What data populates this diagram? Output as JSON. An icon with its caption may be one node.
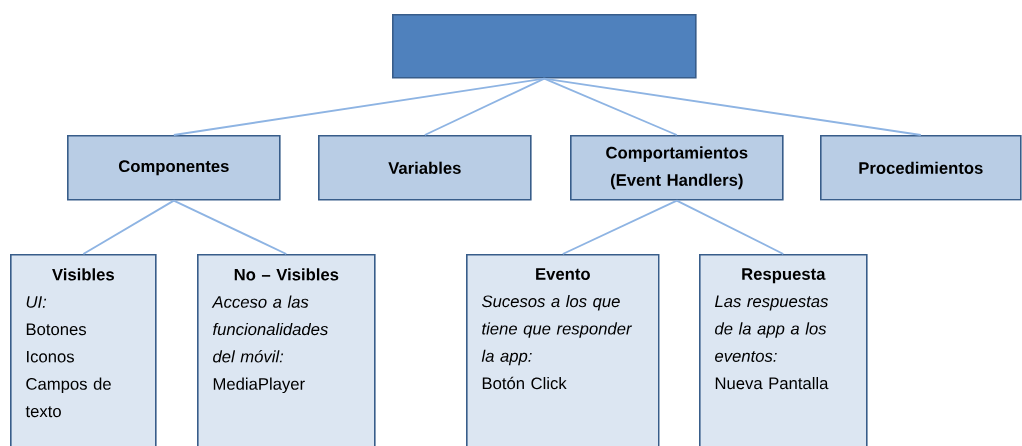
{
  "diagram": {
    "nodes": [
      {
        "text": [],
        "shape": "box"
      },
      {
        "text": [
          "Componentes"
        ]
      },
      {
        "text": [
          "Variables"
        ]
      },
      {
        "text": [
          "Comportamientos (Event Handlers)"
        ]
      },
      {
        "text": [
          "Procedimientos"
        ]
      },
      {
        "text": [
          "Visibles",
          "UI:",
          "Botones",
          "Iconos",
          "Campos de texto"
        ]
      },
      {
        "text": [
          "No – Visibles",
          "Acceso a las funcionalidades del móvil:",
          "MediaPlayer"
        ]
      },
      {
        "text": [
          "Evento",
          "Sucesos a los que tiene que responder la app:",
          "Botón Click"
        ]
      },
      {
        "text": [
          "Respuesta",
          "Las respuestas de la app a los eventos:",
          "Nueva Pantalla"
        ]
      }
    ],
    "edges": [
      {
        "from": 0,
        "to": 1,
        "arrow": "none"
      },
      {
        "from": 0,
        "to": 2,
        "arrow": "none"
      },
      {
        "from": 0,
        "to": 3,
        "arrow": "none"
      },
      {
        "from": 0,
        "to": 4,
        "arrow": "none"
      },
      {
        "from": 1,
        "to": 5,
        "arrow": "none"
      },
      {
        "from": 1,
        "to": 6,
        "arrow": "none"
      },
      {
        "from": 3,
        "to": 7,
        "arrow": "none"
      },
      {
        "from": 3,
        "to": 8,
        "arrow": "none"
      }
    ]
  }
}
